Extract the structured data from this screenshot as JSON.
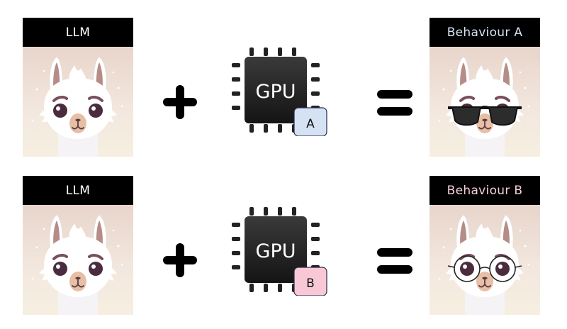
{
  "rows": [
    {
      "input_label": "LLM",
      "gpu_label": "GPU",
      "gpu_variant": "A",
      "gpu_badge_color": "#d4e2f4",
      "operator_plus": "+",
      "operator_equals": "=",
      "output_label": "Behaviour A",
      "output_label_color": "#d6e4f6",
      "output_accessory": "sunglasses"
    },
    {
      "input_label": "LLM",
      "gpu_label": "GPU",
      "gpu_variant": "B",
      "gpu_badge_color": "#f8c8d6",
      "operator_plus": "+",
      "operator_equals": "=",
      "output_label": "Behaviour B",
      "output_label_color": "#f6cfdc",
      "output_accessory": "round-glasses"
    }
  ]
}
